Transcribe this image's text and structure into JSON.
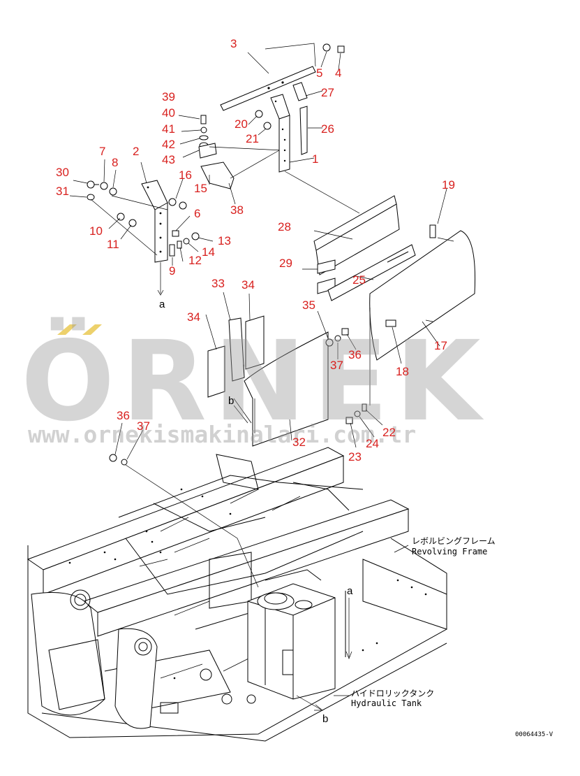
{
  "diagram": {
    "callouts": [
      "1",
      "2",
      "3",
      "4",
      "5",
      "6",
      "7",
      "8",
      "9",
      "10",
      "11",
      "12",
      "13",
      "14",
      "15",
      "16",
      "17",
      "18",
      "19",
      "20",
      "21",
      "22",
      "23",
      "24",
      "25",
      "26",
      "27",
      "28",
      "29",
      "30",
      "31",
      "32",
      "33",
      "34",
      "34",
      "35",
      "36",
      "37",
      "36",
      "37",
      "38",
      "39",
      "40",
      "41",
      "42",
      "43"
    ],
    "ref_letters": [
      "a",
      "b",
      "a",
      "b"
    ],
    "labels": {
      "revolving_jp": "レボルビングフレーム",
      "revolving_en": "Revolving Frame",
      "tank_jp": "ハイドロリックタンク",
      "tank_en": "Hydraulic Tank"
    },
    "drawing_number": "00064435-V"
  },
  "watermark": {
    "brand": "ÖRNEK",
    "url": "www.ornekismakinalari.com.tr",
    "accent_color": "#e8c547"
  },
  "colors": {
    "callout": "#d8201e",
    "line": "#000000"
  }
}
